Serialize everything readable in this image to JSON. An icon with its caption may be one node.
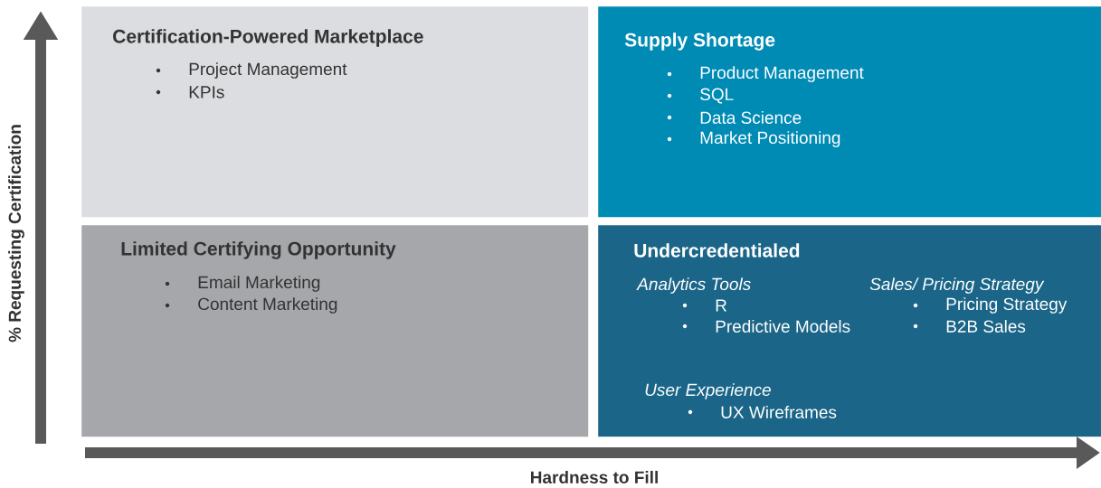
{
  "diagram": {
    "nodes": [
      {
        "text": [
          "Certification-Powered Marketplace",
          "Project Management",
          "KPIs"
        ]
      },
      {
        "text": [
          "Supply Shortage",
          "Product Management",
          "SQL",
          "Data Science",
          "Market Positioning"
        ]
      },
      {
        "text": [
          "Limited Certifying Opportunity",
          "Email Marketing",
          "Content Marketing"
        ]
      },
      {
        "text": [
          "Undercredentialed",
          "Analytics Tools",
          "R",
          "Predictive Models",
          "Sales/ Pricing Strategy",
          "Pricing Strategy",
          "B2B Sales",
          "User Experience",
          "UX Wireframes"
        ]
      }
    ],
    "labels": [
      "% Requesting Certification",
      "Hardness to Fill"
    ]
  }
}
